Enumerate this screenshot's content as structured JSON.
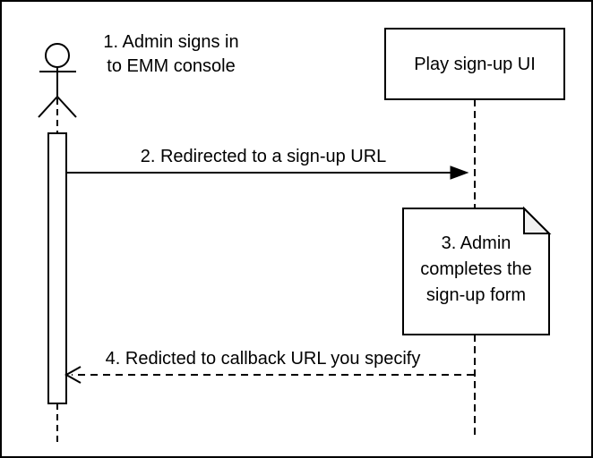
{
  "diagram": {
    "type": "sequence-diagram",
    "colors": {
      "stroke": "#000000",
      "background": "#ffffff",
      "note_fold": "#f2f2f2"
    },
    "participant_box": {
      "label": "Play sign-up UI"
    },
    "messages": [
      {
        "line1": "1. Admin signs in",
        "line2": "to EMM console"
      },
      {
        "label": "2. Redirected to a sign-up URL"
      },
      {
        "line1": "3. Admin",
        "line2": "completes the",
        "line3": "sign-up form"
      },
      {
        "label": "4. Redicted to callback URL you specify"
      }
    ]
  }
}
